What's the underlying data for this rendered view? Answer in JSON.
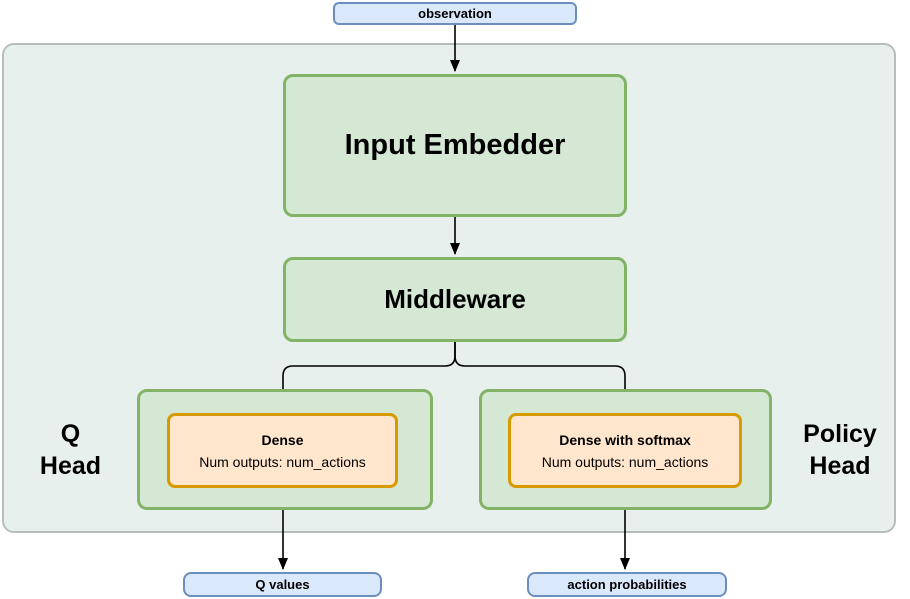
{
  "diagram": {
    "title_hint": "RL agent network architecture flowchart",
    "nodes": {
      "observation": "observation",
      "input_embedder": "Input Embedder",
      "middleware": "Middleware",
      "dense": {
        "title": "Dense",
        "subtitle": "Num outputs: num_actions"
      },
      "dense_softmax": {
        "title": "Dense with softmax",
        "subtitle": "Num outputs: num_actions"
      },
      "q_values": "Q values",
      "action_probabilities": "action probabilities"
    },
    "labels": {
      "q_head": {
        "line1": "Q",
        "line2": "Head"
      },
      "policy_head": {
        "line1": "Policy",
        "line2": "Head"
      }
    },
    "colors": {
      "blue_fill": "#dae8fc",
      "blue_stroke": "#6c8ebf",
      "green_fill": "#d5e8d4",
      "green_stroke": "#82b366",
      "orange_fill": "#ffe6cc",
      "orange_stroke": "#d79b00",
      "container_fill": "#e8f0ed",
      "container_stroke": "#b7bdbb",
      "connector": "#000000",
      "text": "#000000"
    }
  }
}
